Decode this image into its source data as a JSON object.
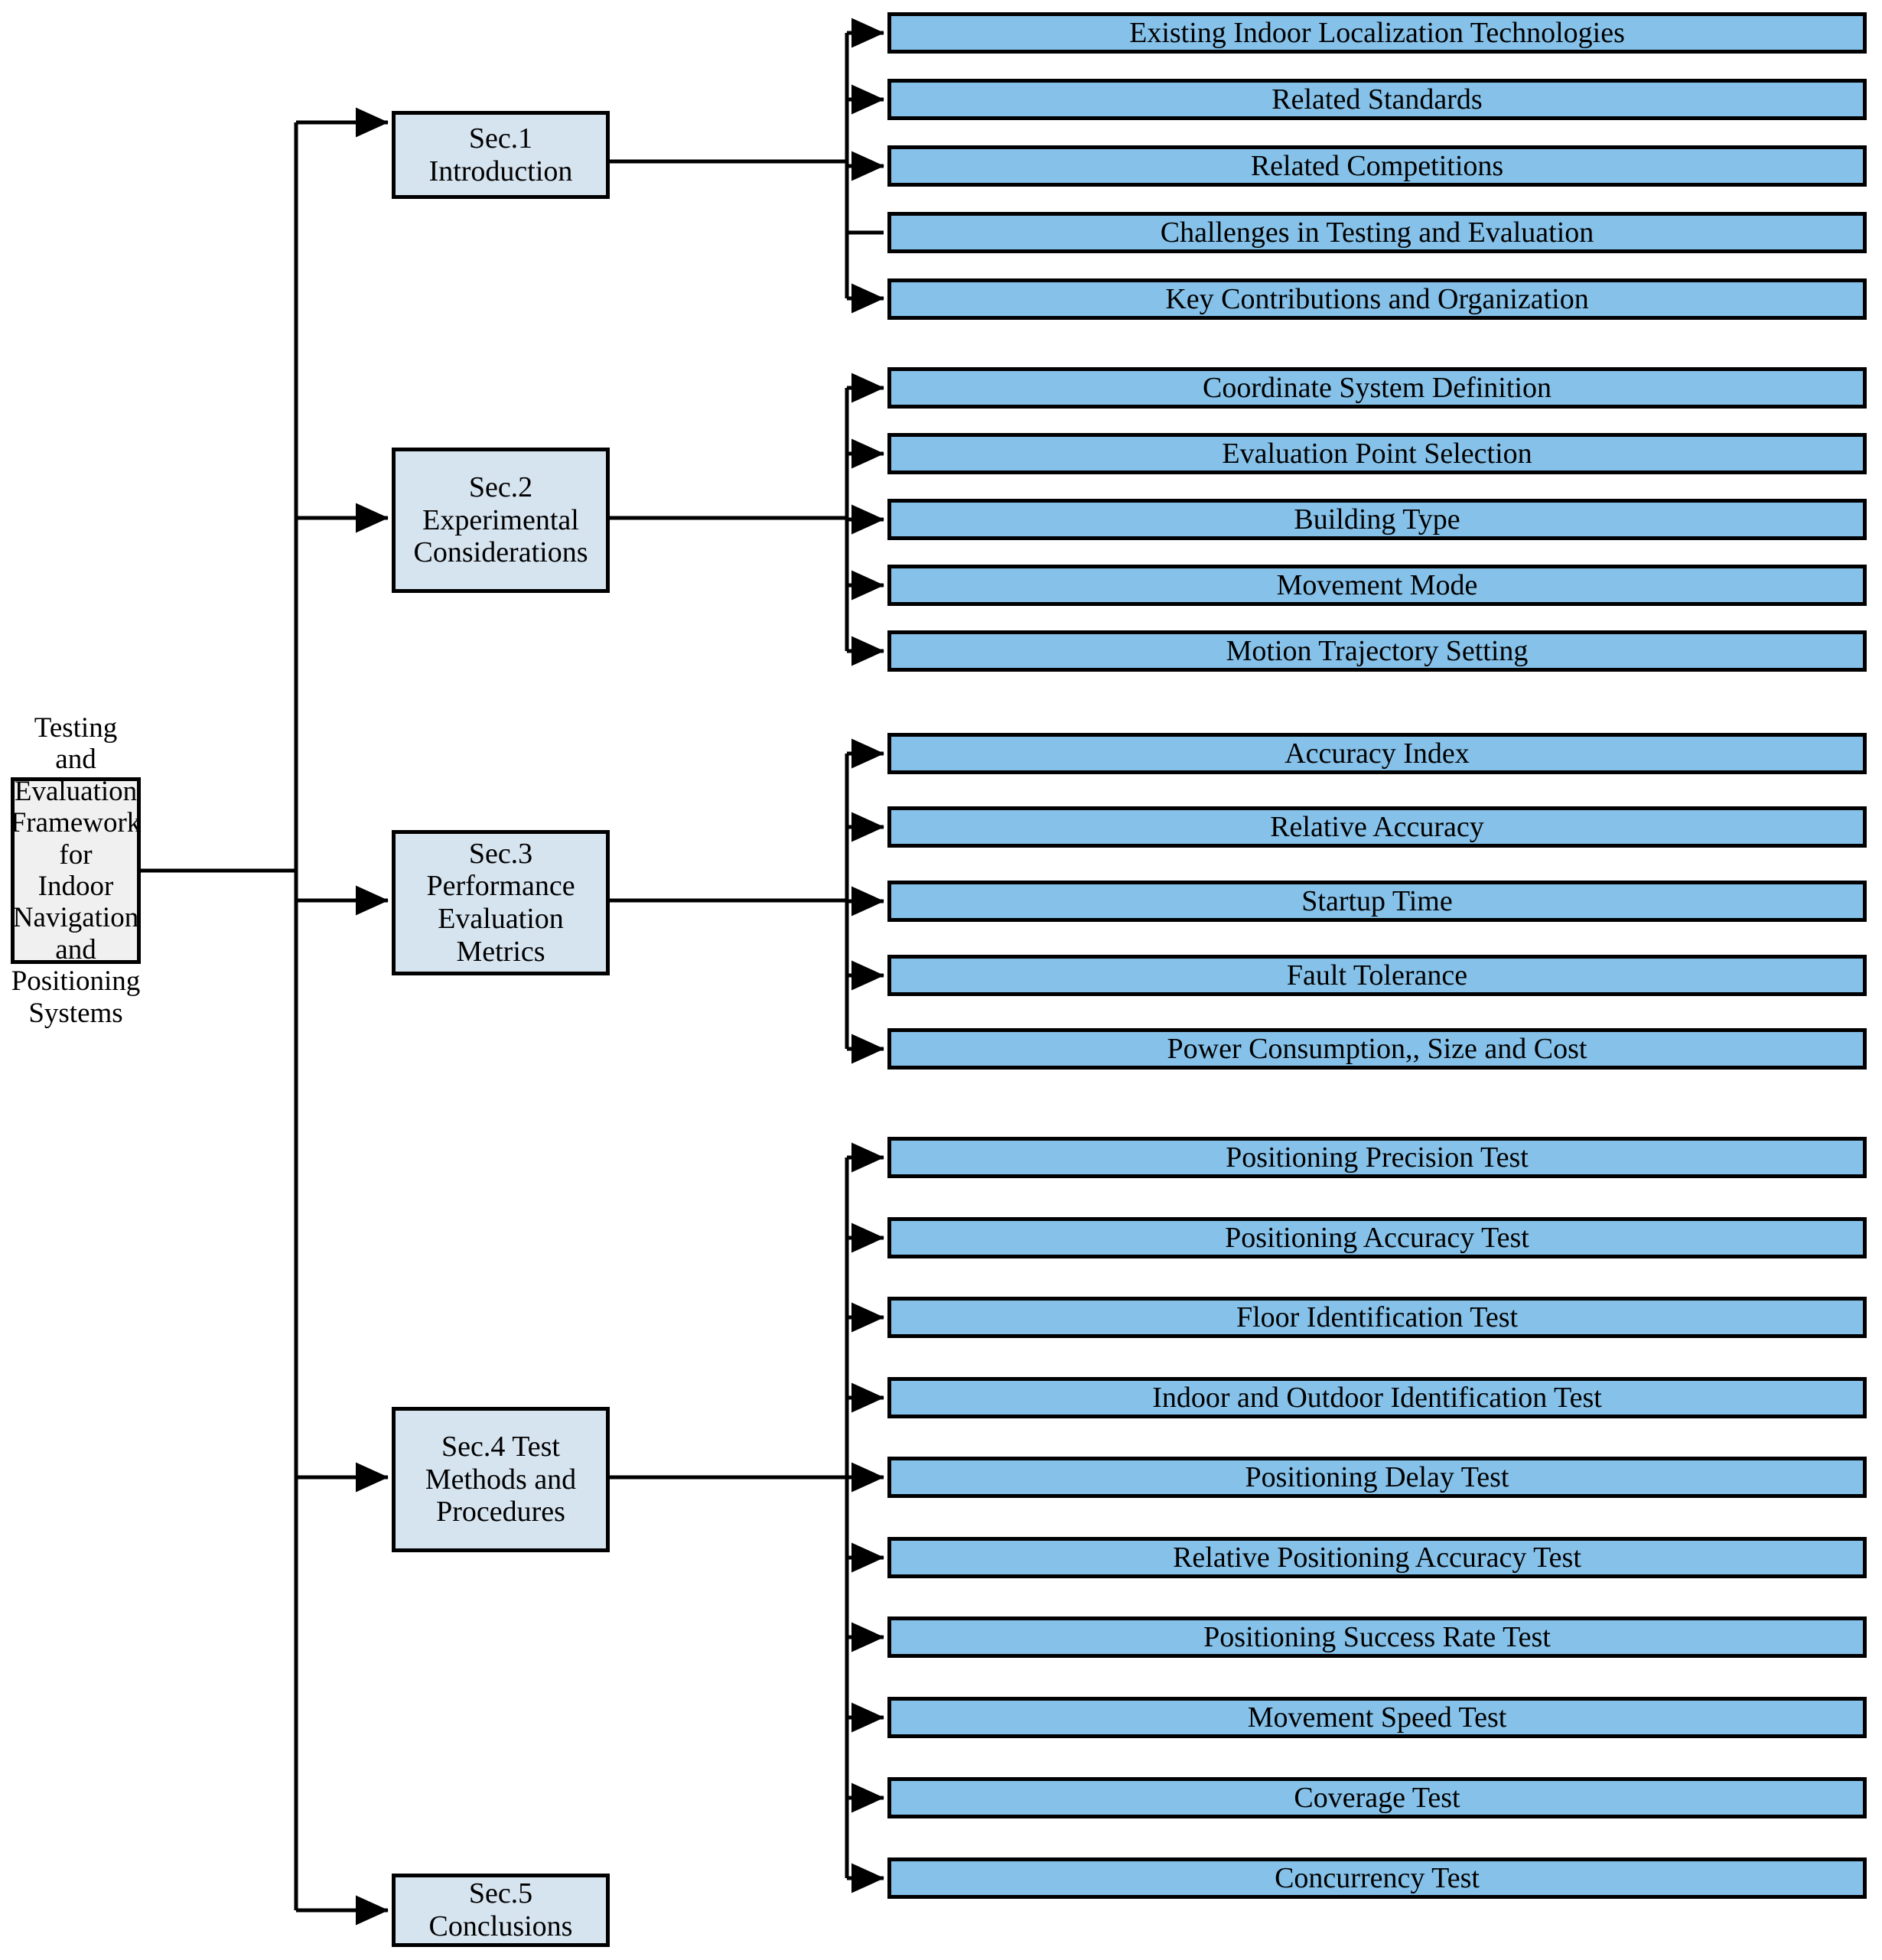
{
  "diagram": {
    "type": "tree",
    "title_node": {
      "id": "root",
      "lines": [
        "Testing and",
        "Evaluation",
        "Framework for",
        "Indoor",
        "Navigation",
        "and",
        "Positioning",
        "Systems"
      ],
      "text": "Testing and Evaluation Framework for Indoor Navigation and Positioning Systems",
      "fill": "#f0f0f0",
      "stroke": "#000000"
    },
    "colors": {
      "root_fill": "#f0f0f0",
      "section_fill": "#d6e4f0",
      "leaf_fill": "#85c1e9",
      "border": "#000000",
      "connector": "#000000",
      "background": "#ffffff"
    },
    "sections": [
      {
        "id": "sec1",
        "label": "Sec.1 Introduction",
        "children": [
          "Existing Indoor Localization Technologies",
          "Related Standards",
          "Related Competitions",
          "Challenges in Testing and Evaluation",
          "Key Contributions and Organization"
        ]
      },
      {
        "id": "sec2",
        "label": "Sec.2 Experimental Considerations",
        "children": [
          "Coordinate System Definition",
          "Evaluation Point Selection",
          "Building Type",
          "Movement Mode",
          "Motion Trajectory Setting"
        ]
      },
      {
        "id": "sec3",
        "label": "Sec.3 Performance Evaluation Metrics",
        "children": [
          "Accuracy Index",
          "Relative Accuracy",
          "Startup Time",
          "Fault Tolerance",
          "Power Consumption,, Size and Cost"
        ]
      },
      {
        "id": "sec4",
        "label": "Sec.4 Test Methods and Procedures",
        "children": [
          "Positioning Precision Test",
          "Positioning Accuracy Test",
          "Floor Identification Test",
          "Indoor and Outdoor Identification Test",
          "Positioning Delay Test",
          "Relative Positioning Accuracy Test",
          "Positioning Success Rate Test",
          "Movement Speed Test",
          "Coverage Test",
          "Concurrency Test"
        ]
      },
      {
        "id": "sec5",
        "label": "Sec.5 Conclusions",
        "children": []
      }
    ]
  }
}
